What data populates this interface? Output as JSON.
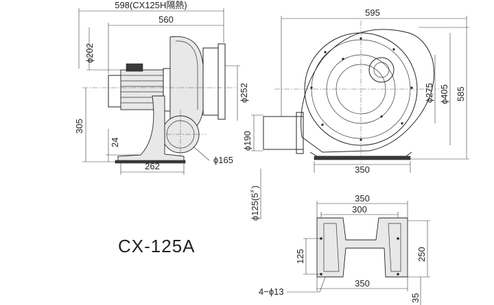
{
  "model": "CX-125A",
  "side_view": {
    "overall_length": "598(CX125H隔熱)",
    "body_length": "560",
    "motor_dia": "ϕ202",
    "height": "305",
    "base_height": "24",
    "base_width": "262",
    "inlet_dia": "ϕ165"
  },
  "front_view": {
    "width": "595",
    "height": "585",
    "outlet_flange_dia": "ϕ252",
    "inner_dia": "ϕ275",
    "housing_dia": "ϕ405",
    "outlet_height": "ϕ190",
    "outlet_pipe": "ϕ125(5〞)",
    "base_width": "350"
  },
  "base_view": {
    "width_top": "350",
    "hole_spacing": "300",
    "width_bottom": "350",
    "height": "250",
    "inner_height": "125",
    "foot_height": "35",
    "holes": "4−ϕ13"
  }
}
